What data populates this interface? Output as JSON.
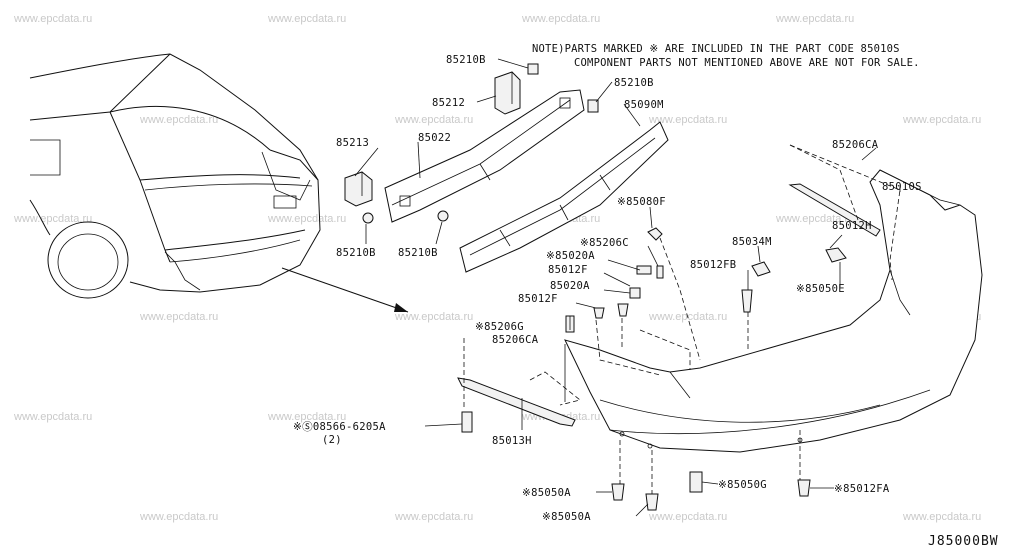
{
  "watermark": "www.epcdata.ru",
  "note": {
    "line1": "NOTE)PARTS MARKED ※ ARE INCLUDED IN THE PART CODE 85010S",
    "line2": "COMPONENT PARTS NOT MENTIONED ABOVE ARE NOT FOR SALE."
  },
  "diagram_code": "J85000BW",
  "labels": {
    "p85210B_top": "85210B",
    "p85212": "85212",
    "p85210B_right": "85210B",
    "p85090M": "85090M",
    "p85213": "85213",
    "p85022": "85022",
    "p85210B_left": "85210B",
    "p85210B_mid": "85210B",
    "p85206CA_top": "85206CA",
    "p85010S": "85010S",
    "p85080F": "※85080F",
    "p85206C": "※85206C",
    "p85034M": "85034M",
    "p85012H": "85012H",
    "p85020A_1": "※85020A",
    "p85012F_1": "85012F",
    "p85012FB": "85012FB",
    "p85050E": "※85050E",
    "p85020A_2": "85020A",
    "p85012F_2": "85012F",
    "p85206G": "※85206G",
    "p85206CA_bot": "85206CA",
    "p08566": "※Ⓢ08566-6205A",
    "p08566_qty": "(2)",
    "p85013H": "85013H",
    "p85050A_1": "※85050A",
    "p85050A_2": "※85050A",
    "p85050G": "※85050G",
    "p85012FA": "※85012FA"
  }
}
